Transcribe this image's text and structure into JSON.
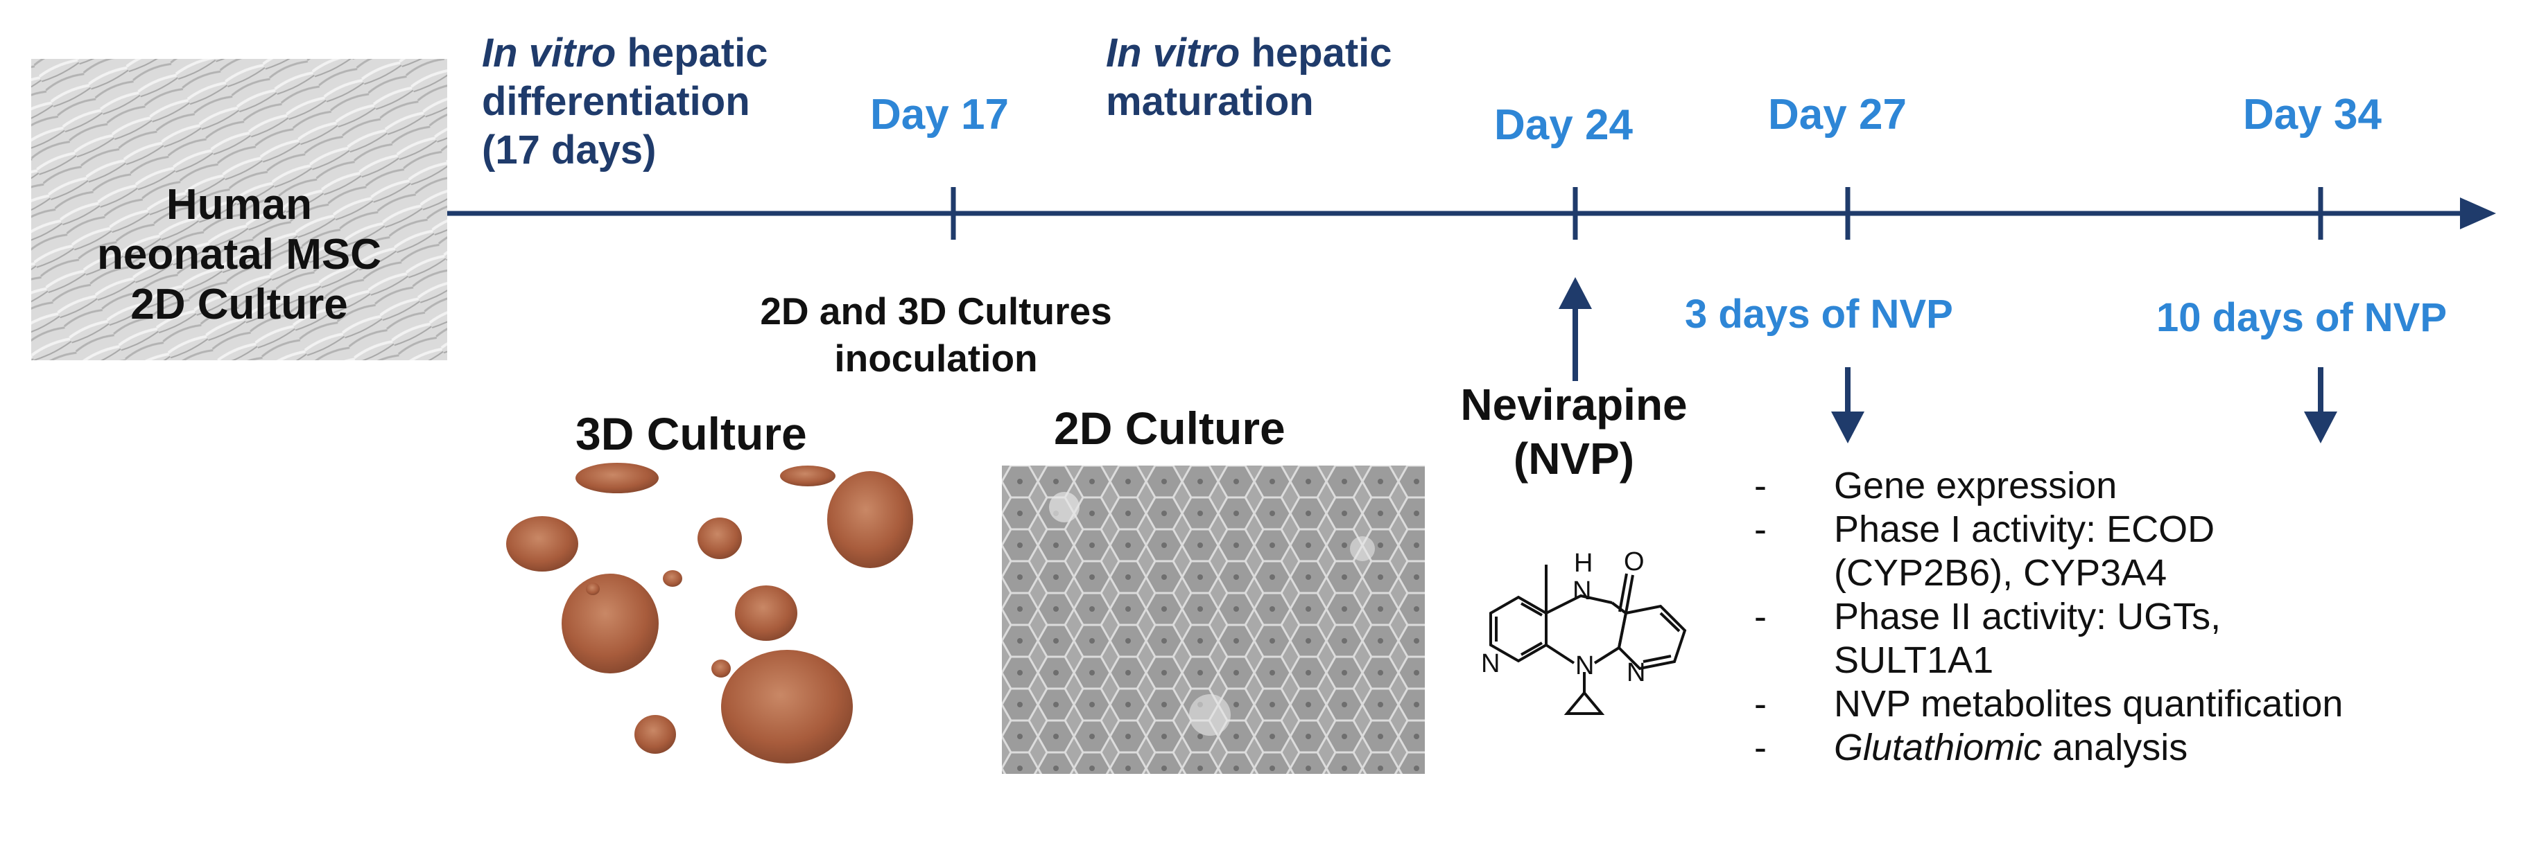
{
  "start_box": {
    "line1": "Human",
    "line2": "neonatal MSC",
    "line3": "2D Culture"
  },
  "phases": [
    {
      "lines": [
        "In vitro hepatic",
        "differentiation",
        "(17 days)"
      ],
      "italic_word": "In vitro"
    },
    {
      "lines": [
        "In vitro hepatic",
        "maturation"
      ],
      "italic_word": "In vitro"
    }
  ],
  "days": [
    "Day 17",
    "Day 24",
    "Day 27",
    "Day 34"
  ],
  "inoculation": {
    "line1": "2D and 3D Cultures",
    "line2": "inoculation"
  },
  "cultures": {
    "three_d": "3D Culture",
    "two_d": "2D Culture"
  },
  "drug": {
    "name": "Nevirapine",
    "abbr": "(NVP)",
    "chem_labels": {
      "nh": "H",
      "n_amide": "N",
      "o": "O",
      "n1": "N",
      "n2": "N",
      "n3": "N"
    }
  },
  "exposures": [
    "3 days of NVP",
    "10 days of NVP"
  ],
  "analyses": [
    {
      "dash": "-",
      "lines": [
        "Gene expression"
      ]
    },
    {
      "dash": "-",
      "lines": [
        "Phase I activity: ECOD",
        "(CYP2B6), CYP3A4"
      ]
    },
    {
      "dash": "-",
      "lines": [
        "Phase II activity: UGTs,",
        "SULT1A1"
      ]
    },
    {
      "dash": "-",
      "lines": [
        "NVP metabolites quantification"
      ]
    },
    {
      "dash": "-",
      "italic": "Glutathiomic",
      "rest": " analysis"
    }
  ],
  "colors": {
    "navy": "#1f3b6b",
    "blue": "#2e86d6",
    "culture_brown": "#b36a4a"
  }
}
